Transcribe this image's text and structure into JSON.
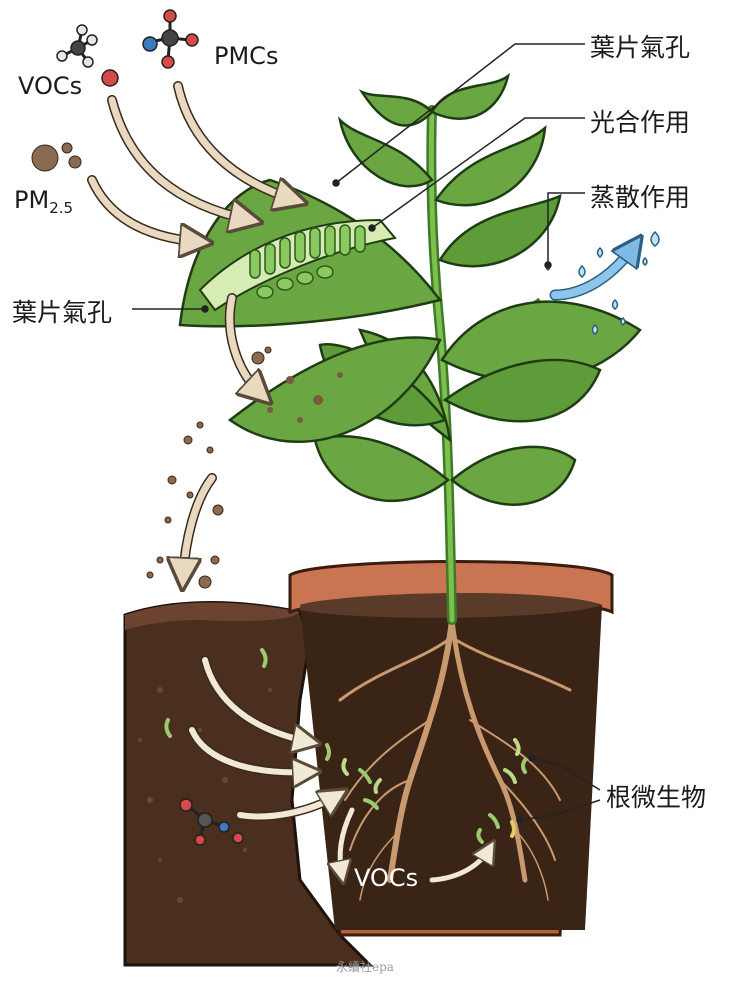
{
  "labels": {
    "vocs_top": "VOCs",
    "pmcs": "PMCs",
    "pm_main": "PM",
    "pm_sub": "2.5",
    "stomata_right": "葉片氣孔",
    "photosynthesis": "光合作用",
    "transpiration": "蒸散作用",
    "stomata_left": "葉片氣孔",
    "root_microbes": "根微生物",
    "vocs_soil": "VOCs"
  },
  "watermark": "永續社epa",
  "colors": {
    "leaf": "#6aa642",
    "leaf_dark": "#3f7a2a",
    "soil": "#4a2e1e",
    "soil_dark": "#3a2416",
    "pot": "#b5623d",
    "arrow_beige": "#e8d9c0",
    "water_blue": "#8cc6ea",
    "root": "#c99a70"
  },
  "icons": [
    "voc-molecule-icon",
    "pmc-molecule-icon",
    "particulate-icon",
    "water-droplet-icon",
    "microbe-icon"
  ]
}
